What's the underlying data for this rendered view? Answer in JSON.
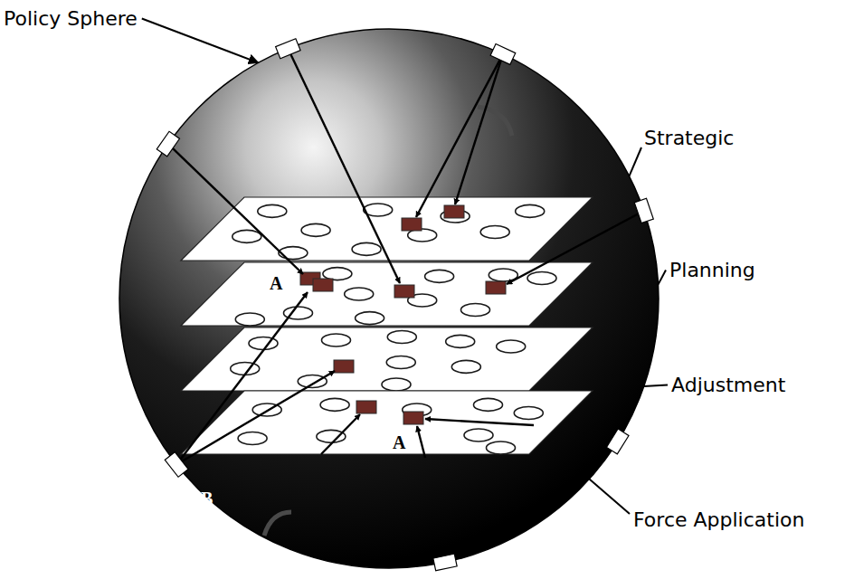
{
  "diagram": {
    "labels": [
      "Policy Sphere",
      "Strategic",
      "Planning",
      "Adjustment",
      "Force Application",
      "A",
      "A",
      "B"
    ]
  }
}
